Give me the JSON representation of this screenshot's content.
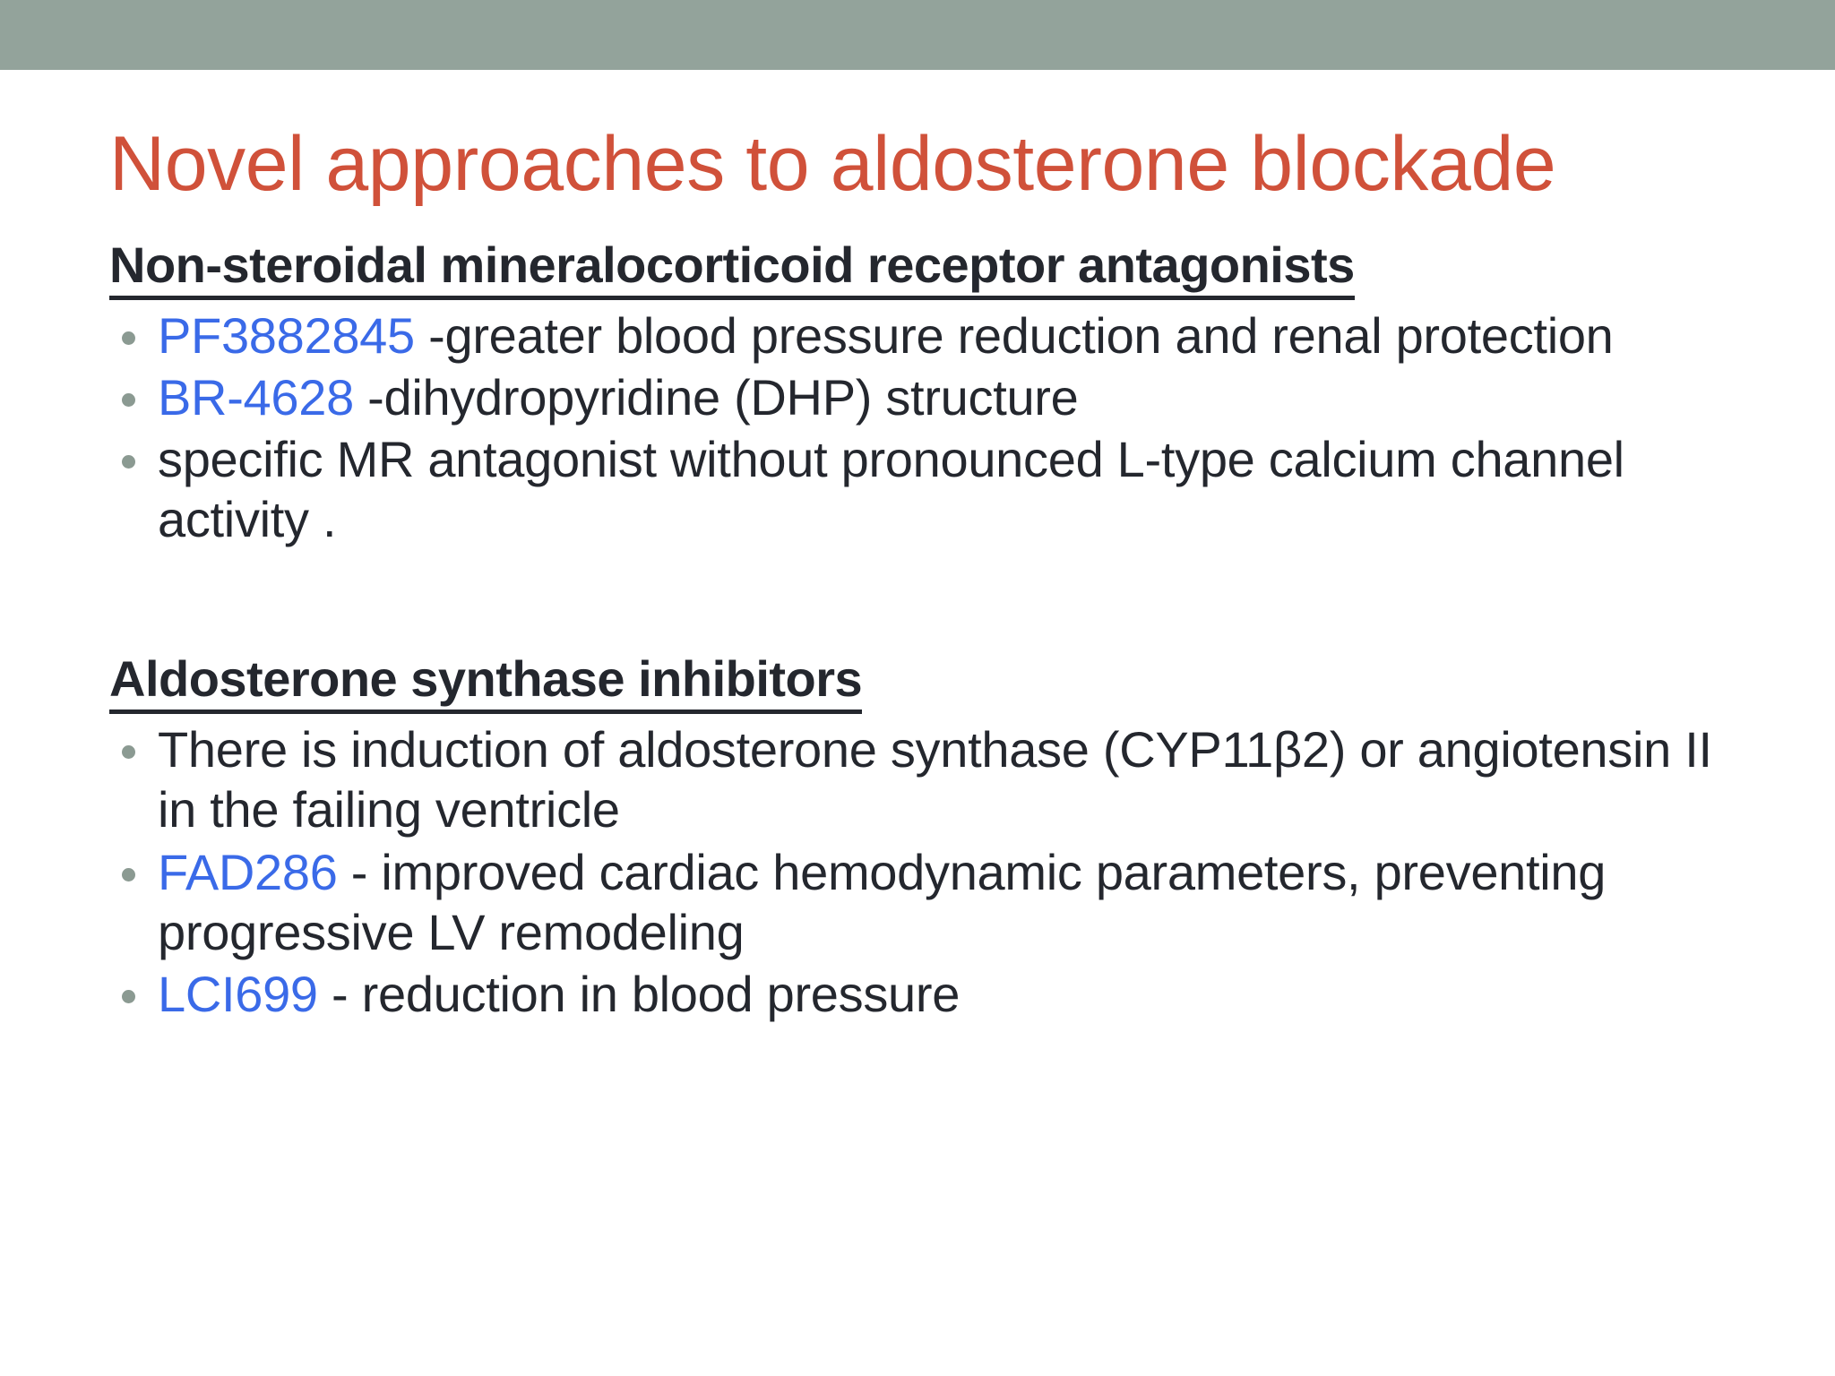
{
  "slide": {
    "title": "Novel approaches to aldosterone blockade",
    "title_color": "#d0513a",
    "band_color": "#93a39b",
    "body_text_color": "#24272e",
    "drug_name_color": "#3a6ae8",
    "bullet_dot_color": "#8b9a92",
    "background_color": "#ffffff"
  },
  "sections": [
    {
      "heading": "Non-steroidal mineralocorticoid receptor antagonists",
      "bullets": [
        {
          "drug": "PF3882845",
          "text": " -greater blood pressure reduction and renal protection"
        },
        {
          "drug": "BR-4628",
          "text": "  -dihydropyridine (DHP) structure"
        },
        {
          "drug": "",
          "text": "specific MR antagonist without pronounced L-type calcium channel activity ."
        }
      ]
    },
    {
      "heading": "Aldosterone synthase inhibitors",
      "bullets": [
        {
          "drug": "",
          "text": "There is induction of aldosterone synthase (CYP11β2) or angiotensin II in the failing ventricle"
        },
        {
          "drug": " FAD286",
          "text": " - improved cardiac hemodynamic parameters, preventing progressive LV remodeling"
        },
        {
          "drug": "LCI699",
          "text": " - reduction in blood pressure"
        }
      ]
    }
  ]
}
